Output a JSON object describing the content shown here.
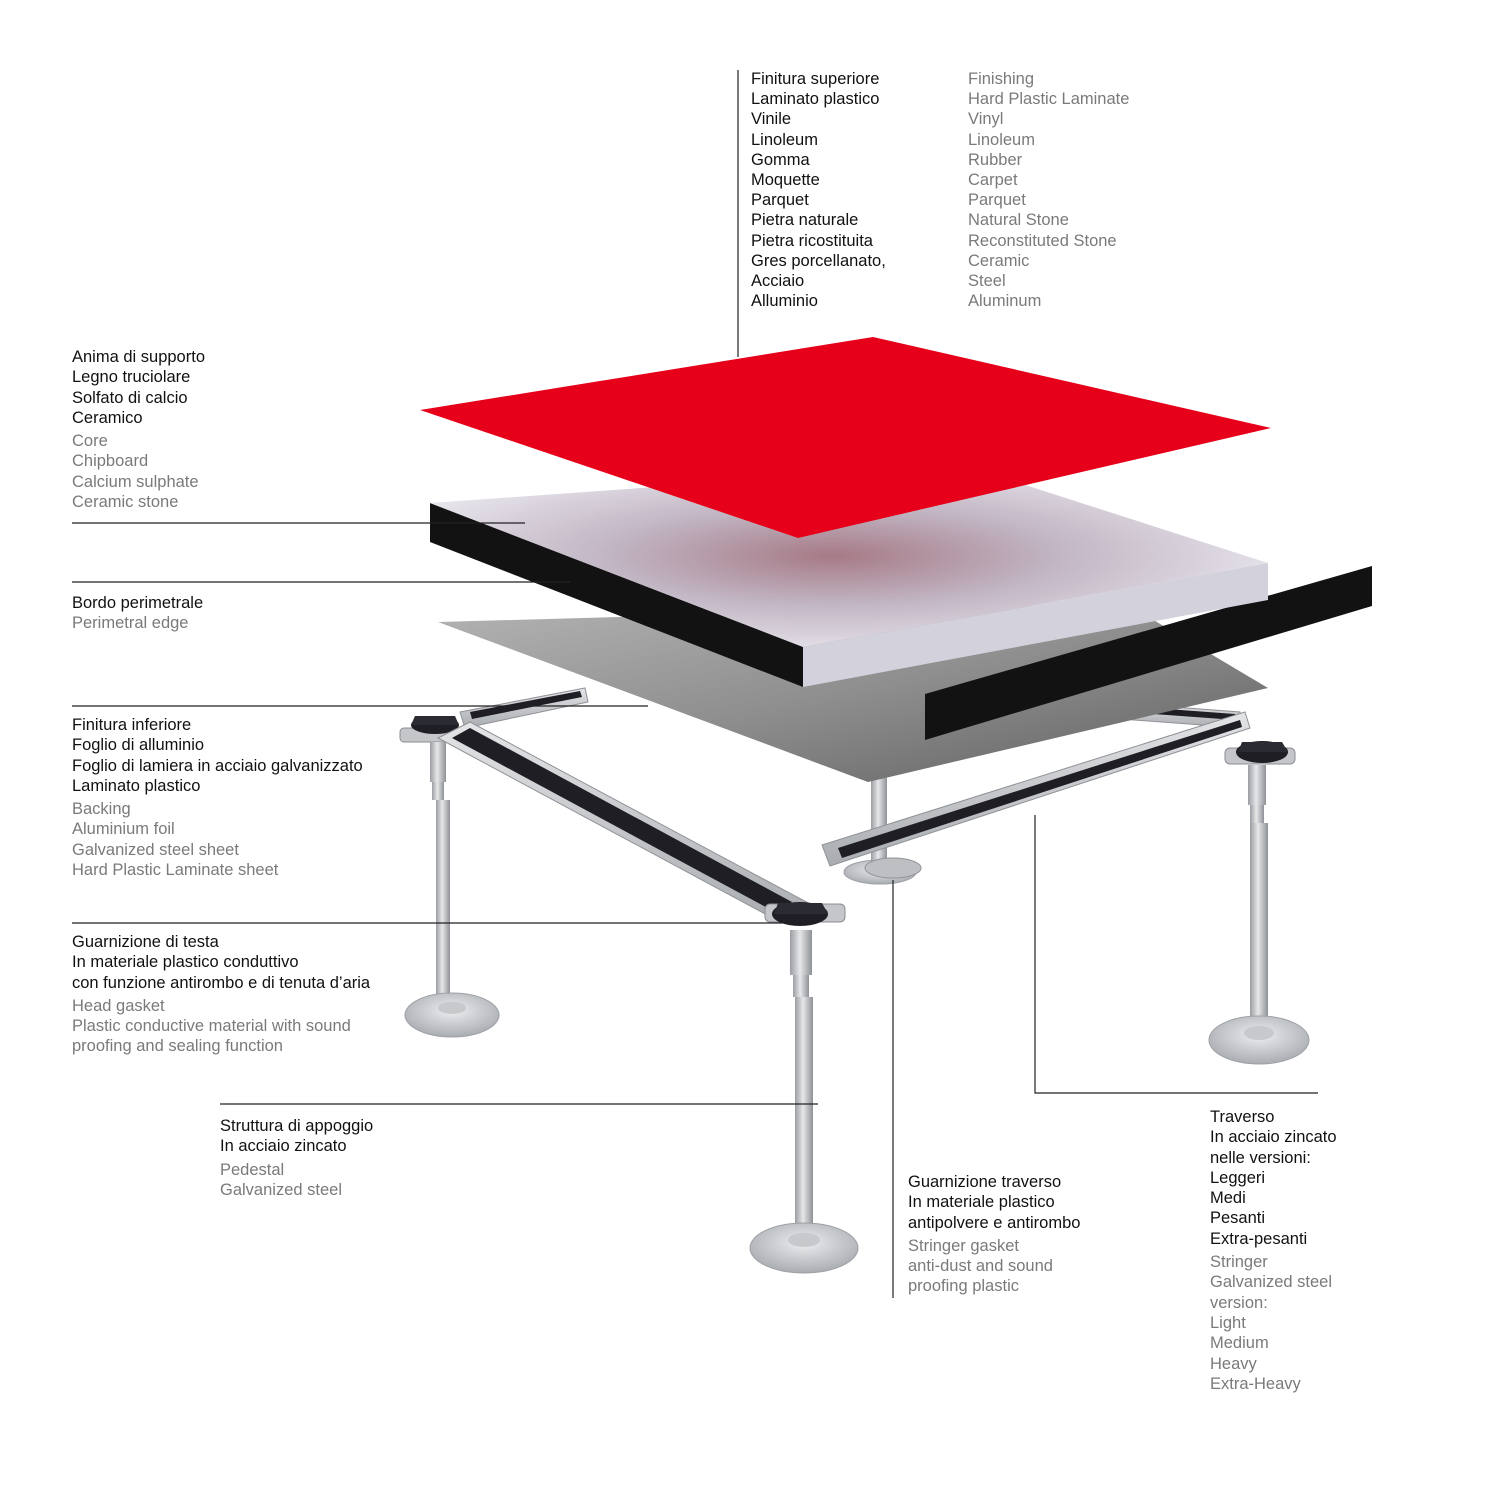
{
  "colors": {
    "finishing_top": "#e60019",
    "core_panel": "#c9c7d6",
    "edge_band": "#121212",
    "backing_sheet": "#8b8b8b",
    "steel": "#c8cacd",
    "gasket": "#1e1e24",
    "leader_line": "#222222",
    "italian_text": "#111111",
    "english_text": "#7a7a7a"
  },
  "finishing": {
    "it": [
      "Finitura superiore",
      "Laminato plastico",
      "Vinile",
      "Linoleum",
      "Gomma",
      "Moquette",
      "Parquet",
      "Pietra naturale",
      "Pietra ricostituita",
      "Gres porcellanato,",
      "Acciaio",
      "Alluminio"
    ],
    "en": [
      "Finishing",
      "Hard Plastic Laminate",
      "Vinyl",
      "Linoleum",
      "Rubber",
      "Carpet",
      "Parquet",
      "Natural Stone",
      "Reconstituted Stone",
      "Ceramic",
      "Steel",
      "Aluminum"
    ]
  },
  "core": {
    "it": [
      "Anima di supporto",
      "Legno truciolare",
      "Solfato di calcio",
      "Ceramico"
    ],
    "en": [
      "Core",
      "Chipboard",
      "Calcium sulphate",
      "Ceramic stone"
    ]
  },
  "edge": {
    "it": [
      "Bordo perimetrale"
    ],
    "en": [
      "Perimetral edge"
    ]
  },
  "backing": {
    "it": [
      "Finitura inferiore",
      "Foglio di alluminio",
      "Foglio di lamiera in acciaio galvanizzato",
      "Laminato plastico"
    ],
    "en": [
      "Backing",
      "Aluminium foil",
      "Galvanized steel sheet",
      "Hard Plastic Laminate sheet"
    ]
  },
  "head_gasket": {
    "it": [
      "Guarnizione di testa",
      "In materiale plastico conduttivo",
      "con funzione antirombo e di tenuta d’aria"
    ],
    "en": [
      "Head gasket",
      "Plastic conductive material with sound",
      "proofing and sealing function"
    ]
  },
  "pedestal": {
    "it": [
      "Struttura di appoggio",
      "In acciaio zincato"
    ],
    "en": [
      "Pedestal",
      "Galvanized steel"
    ]
  },
  "stringer_gasket": {
    "it": [
      "Guarnizione traverso",
      "In materiale plastico",
      "antipolvere e antirombo"
    ],
    "en": [
      "Stringer gasket",
      "anti-dust and sound",
      "proofing plastic"
    ]
  },
  "stringer": {
    "it": [
      "Traverso",
      "In acciaio zincato",
      "nelle versioni:",
      "Leggeri",
      "Medi",
      "Pesanti",
      "Extra-pesanti"
    ],
    "en": [
      "Stringer",
      "Galvanized steel",
      "version:",
      "Light",
      "Medium",
      "Heavy",
      "Extra-Heavy"
    ]
  }
}
